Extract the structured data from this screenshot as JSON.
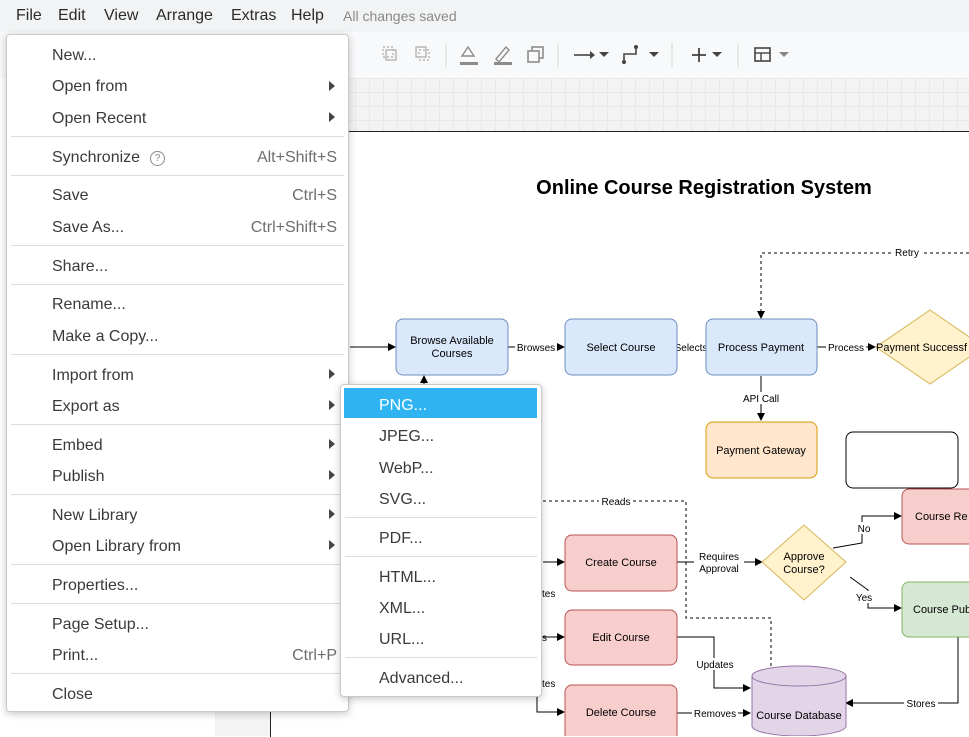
{
  "menubar": {
    "items": [
      "File",
      "Edit",
      "View",
      "Arrange",
      "Extras",
      "Help"
    ],
    "status": "All changes saved"
  },
  "diagram": {
    "title": "Online Course Registration System",
    "nodes": {
      "browse_l1": "Browse Available",
      "browse_l2": "Courses",
      "select": "Select Course",
      "process": "Process Payment",
      "success": "Payment Successf",
      "gateway": "Payment Gateway",
      "create": "Create Course",
      "edit": "Edit Course",
      "delete": "Delete Course",
      "approve_l1": "Approve",
      "approve_l2": "Course?",
      "rejected": "Course Re",
      "published": "Course Pub",
      "database": "Course Database"
    },
    "edges": {
      "browses": "Browses",
      "selects": "Selects",
      "process": "Process",
      "retry": "Retry",
      "api": "API Call",
      "reads": "Reads",
      "requires1": "Requires",
      "requires2": "Approval",
      "no": "No",
      "yes": "Yes",
      "updates": "Updates",
      "removes": "Removes",
      "stores": "Stores",
      "frag1": "tes",
      "frag2": "s",
      "frag3": "tes"
    }
  },
  "file_menu": {
    "new": "New...",
    "open_from": "Open from",
    "open_recent": "Open Recent",
    "synchronize": "Synchronize",
    "synchronize_help": "?",
    "synchronize_sc": "Alt+Shift+S",
    "save": "Save",
    "save_sc": "Ctrl+S",
    "save_as": "Save As...",
    "save_as_sc": "Ctrl+Shift+S",
    "share": "Share...",
    "rename": "Rename...",
    "make_copy": "Make a Copy...",
    "import_from": "Import from",
    "export_as": "Export as",
    "embed": "Embed",
    "publish": "Publish",
    "new_library": "New Library",
    "open_library": "Open Library from",
    "properties": "Properties...",
    "page_setup": "Page Setup...",
    "print": "Print...",
    "print_sc": "Ctrl+P",
    "close": "Close"
  },
  "export_menu": {
    "png": "PNG...",
    "jpeg": "JPEG...",
    "webp": "WebP...",
    "svg": "SVG...",
    "pdf": "PDF...",
    "html": "HTML...",
    "xml": "XML...",
    "url": "URL...",
    "advanced": "Advanced..."
  },
  "colors": {
    "highlight": "#2fb4f1",
    "blue_node": "#dae8fc",
    "blue_stroke": "#6c8ebf",
    "orange_node": "#ffe6cc",
    "yellow_node": "#fff2cc",
    "red_node": "#f8cecc",
    "green_node": "#d5e8d4",
    "purple_node": "#e1d5e7"
  },
  "icons": [
    "undo-icon",
    "redo-icon",
    "delete-icon",
    "fill-color-icon",
    "line-color-icon",
    "shadow-icon",
    "connection-arrow-icon",
    "waypoint-icon",
    "insert-plus-icon",
    "table-icon"
  ]
}
